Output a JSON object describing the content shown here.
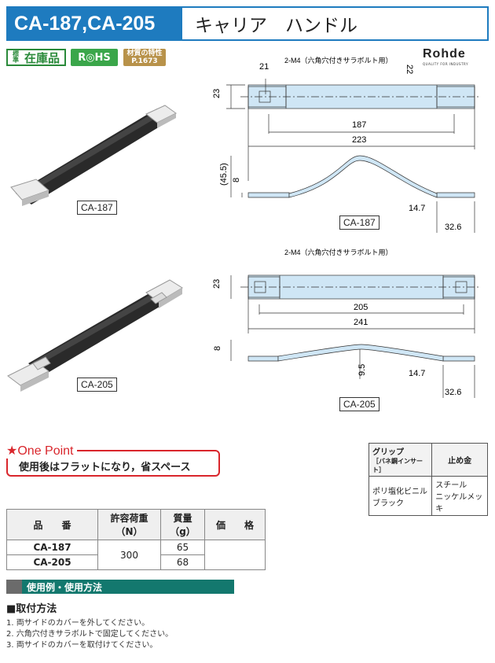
{
  "header": {
    "model": "CA-187,CA-205",
    "name": "キャリア　ハンドル"
  },
  "badges": {
    "std_kanji": "標準",
    "std": "在庫品",
    "rohs": "R◎HS",
    "mat_line1": "材質の特性",
    "mat_line2": "P.1673"
  },
  "brand": {
    "name": "Rohde",
    "sub": "QUALITY FOR INDUSTRY"
  },
  "product_labels": {
    "ca187": "CA-187",
    "ca205": "CA-205"
  },
  "drawing187": {
    "bolt": "2-M4（六角穴付きサラボルト用）",
    "dim_21": "21",
    "dim_22": "22",
    "dim_23": "23",
    "dim_187": "187",
    "dim_223": "223",
    "dim_455": "(45.5)",
    "dim_8": "8",
    "dim_147": "14.7",
    "dim_326": "32.6",
    "label": "CA-187"
  },
  "drawing205": {
    "bolt": "2-M4（六角穴付きサラボルト用）",
    "dim_23": "23",
    "dim_205": "205",
    "dim_241": "241",
    "dim_8": "8",
    "dim_95": "9.5",
    "dim_147": "14.7",
    "dim_326": "32.6",
    "label": "CA-205"
  },
  "one_point": {
    "title": "★One Point",
    "text": "使用後はフラットになり，省スペース"
  },
  "material_table": {
    "h1_line1": "グリップ",
    "h1_line2": "［バネ鋼インサート］",
    "h2": "止め金",
    "c1_line1": "ポリ塩化ビニル",
    "c1_line2": "ブラック",
    "c2_line1": "スチール",
    "c2_line2": "ニッケルメッキ"
  },
  "spec_table": {
    "h_part": "品　　番",
    "h_load_1": "許容荷重",
    "h_load_2": "（N）",
    "h_mass_1": "質量",
    "h_mass_2": "（g）",
    "h_price": "価　　格",
    "rows": [
      {
        "part": "CA-187",
        "load": "300",
        "mass": "65",
        "price": ""
      },
      {
        "part": "CA-205",
        "load": "",
        "mass": "68",
        "price": ""
      }
    ]
  },
  "usage": {
    "bar": "使用例・使用方法",
    "title": "■取付方法",
    "steps": [
      "1.  両サイドのカバーを外してください。",
      "2.  六角穴付きサラボルトで固定してください。",
      "3.  両サイドのカバーを取付けてください。"
    ]
  },
  "colors": {
    "brand_blue": "#1e7bbf",
    "part_fill": "#cfe6f5",
    "accent_red": "#d9262c",
    "usage_green": "#13786e"
  }
}
